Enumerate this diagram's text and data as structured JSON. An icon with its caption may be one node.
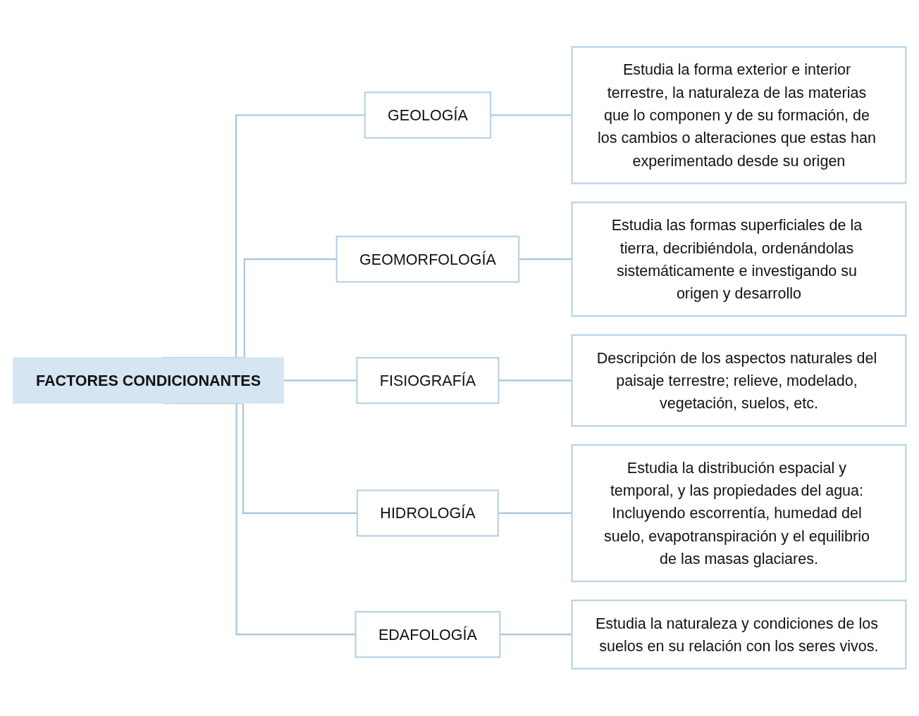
{
  "diagram": {
    "nodes": [
      {
        "text": [
          "FACTORES CONDICIONANTES"
        ]
      },
      {
        "text": [
          "GEOLOGÍA"
        ]
      },
      {
        "text": [
          "GEOMORFOLOGÍA"
        ]
      },
      {
        "text": [
          "FISIOGRAFÍA"
        ]
      },
      {
        "text": [
          "HIDROLOGÍA"
        ]
      },
      {
        "text": [
          "EDAFOLOGÍA"
        ]
      },
      {
        "text": [
          "Estudia la forma exterior e interior terrestre, la naturaleza de las materias que lo componen y de su formación, de los cambios o alteraciones que estas han experimentado desde su origen"
        ]
      },
      {
        "text": [
          "Estudia las formas superficiales de la tierra, decribiéndola, ordenándolas sistemáticamente e investigando su origen y desarrollo"
        ]
      },
      {
        "text": [
          "Descripción de los aspectos naturales del paisaje terrestre; relieve, modelado, vegetación, suelos, etc."
        ]
      },
      {
        "text": [
          "Estudia la distribución espacial y temporal, y las propiedades del agua: Incluyendo escorrentía, humedad del suelo, evapotranspiración y el equilibrio de las masas glaciares."
        ]
      },
      {
        "text": [
          "Estudia la naturaleza y condiciones de los suelos en su relación con los seres vivos."
        ]
      }
    ],
    "edges": [
      {
        "from": 0,
        "to": 1,
        "arrow": "none"
      },
      {
        "from": 0,
        "to": 2,
        "arrow": "none"
      },
      {
        "from": 0,
        "to": 3,
        "arrow": "none"
      },
      {
        "from": 0,
        "to": 4,
        "arrow": "none"
      },
      {
        "from": 0,
        "to": 5,
        "arrow": "none"
      },
      {
        "from": 1,
        "to": 6,
        "arrow": "none"
      },
      {
        "from": 2,
        "to": 7,
        "arrow": "none"
      },
      {
        "from": 3,
        "to": 8,
        "arrow": "none"
      },
      {
        "from": 4,
        "to": 9,
        "arrow": "none"
      },
      {
        "from": 5,
        "to": 10,
        "arrow": "none"
      }
    ]
  }
}
